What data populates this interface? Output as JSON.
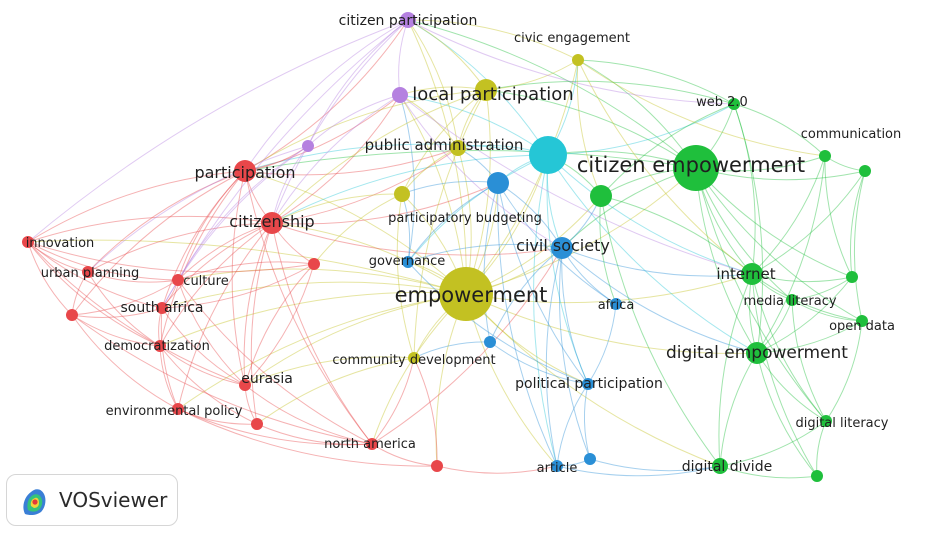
{
  "app": {
    "logo_text": "VOSviewer"
  },
  "clusters": {
    "red": "#e8474a",
    "green": "#1fbf3c",
    "blue": "#2a8fd6",
    "yellow": "#c3c122",
    "purple": "#b581e0",
    "cyan": "#25c6d6"
  },
  "nodes": [
    {
      "id": "citizen_participation",
      "label": "citizen participation",
      "cluster": "purple",
      "weight": 2
    },
    {
      "id": "civic_engagement",
      "label": "civic engagement",
      "cluster": "yellow",
      "weight": 1
    },
    {
      "id": "local_participation",
      "label": "local participation",
      "cluster": "purple",
      "weight": 2
    },
    {
      "id": "local_participation_y",
      "label": "",
      "cluster": "yellow",
      "weight": 3
    },
    {
      "id": "web20",
      "label": "web 2.0",
      "cluster": "green",
      "weight": 1
    },
    {
      "id": "communication",
      "label": "communication",
      "cluster": "green",
      "weight": 1
    },
    {
      "id": "public_administration",
      "label": "public administration",
      "cluster": "yellow",
      "weight": 2
    },
    {
      "id": "citizen_empowerment",
      "label": "citizen empowerment",
      "cluster": "green",
      "weight": 6
    },
    {
      "id": "cyan_hub",
      "label": "",
      "cluster": "cyan",
      "weight": 5
    },
    {
      "id": "participation",
      "label": "participation",
      "cluster": "red",
      "weight": 3
    },
    {
      "id": "purple_small",
      "label": "",
      "cluster": "purple",
      "weight": 1
    },
    {
      "id": "citizenship",
      "label": "citizenship",
      "cluster": "red",
      "weight": 3
    },
    {
      "id": "participatory_budgeting",
      "label": "participatory budgeting",
      "cluster": "yellow",
      "weight": 2
    },
    {
      "id": "blue_hub",
      "label": "",
      "cluster": "blue",
      "weight": 3
    },
    {
      "id": "green_hub",
      "label": "",
      "cluster": "green",
      "weight": 3
    },
    {
      "id": "civil_society",
      "label": "civil society",
      "cluster": "blue",
      "weight": 3
    },
    {
      "id": "innovation",
      "label": "innovation",
      "cluster": "red",
      "weight": 1
    },
    {
      "id": "urban_planning",
      "label": "urban planning",
      "cluster": "red",
      "weight": 1
    },
    {
      "id": "culture",
      "label": "culture",
      "cluster": "red",
      "weight": 1
    },
    {
      "id": "governance",
      "label": "governance",
      "cluster": "blue",
      "weight": 1
    },
    {
      "id": "red_mid",
      "label": "",
      "cluster": "red",
      "weight": 1
    },
    {
      "id": "empowerment",
      "label": "empowerment",
      "cluster": "yellow",
      "weight": 7
    },
    {
      "id": "internet",
      "label": "internet",
      "cluster": "green",
      "weight": 3
    },
    {
      "id": "green_right",
      "label": "",
      "cluster": "green",
      "weight": 1
    },
    {
      "id": "media_literacy",
      "label": "media literacy",
      "cluster": "green",
      "weight": 1
    },
    {
      "id": "south_africa",
      "label": "south africa",
      "cluster": "red",
      "weight": 1
    },
    {
      "id": "red_left",
      "label": "",
      "cluster": "red",
      "weight": 1
    },
    {
      "id": "africa",
      "label": "africa",
      "cluster": "blue",
      "weight": 1
    },
    {
      "id": "open_data",
      "label": "open data",
      "cluster": "green",
      "weight": 1
    },
    {
      "id": "democratization",
      "label": "democratization",
      "cluster": "red",
      "weight": 1
    },
    {
      "id": "community_development",
      "label": "community development",
      "cluster": "yellow",
      "weight": 1
    },
    {
      "id": "blue_small",
      "label": "",
      "cluster": "blue",
      "weight": 1
    },
    {
      "id": "digital_empowerment",
      "label": "digital empowerment",
      "cluster": "green",
      "weight": 3
    },
    {
      "id": "eurasia",
      "label": "eurasia",
      "cluster": "red",
      "weight": 1
    },
    {
      "id": "political_participation",
      "label": "political participation",
      "cluster": "blue",
      "weight": 1
    },
    {
      "id": "environmental_policy",
      "label": "environmental policy",
      "cluster": "red",
      "weight": 1
    },
    {
      "id": "digital_literacy",
      "label": "digital literacy",
      "cluster": "green",
      "weight": 1
    },
    {
      "id": "red_low",
      "label": "",
      "cluster": "red",
      "weight": 1
    },
    {
      "id": "north_america",
      "label": "north america",
      "cluster": "red",
      "weight": 1
    },
    {
      "id": "red_bottom",
      "label": "",
      "cluster": "red",
      "weight": 1
    },
    {
      "id": "article",
      "label": "article",
      "cluster": "blue",
      "weight": 1
    },
    {
      "id": "blue_bottom",
      "label": "",
      "cluster": "blue",
      "weight": 1
    },
    {
      "id": "digital_divide",
      "label": "digital divide",
      "cluster": "green",
      "weight": 2
    },
    {
      "id": "green_bottom",
      "label": "",
      "cluster": "green",
      "weight": 1
    },
    {
      "id": "green_ce_small",
      "label": "",
      "cluster": "green",
      "weight": 1
    }
  ]
}
